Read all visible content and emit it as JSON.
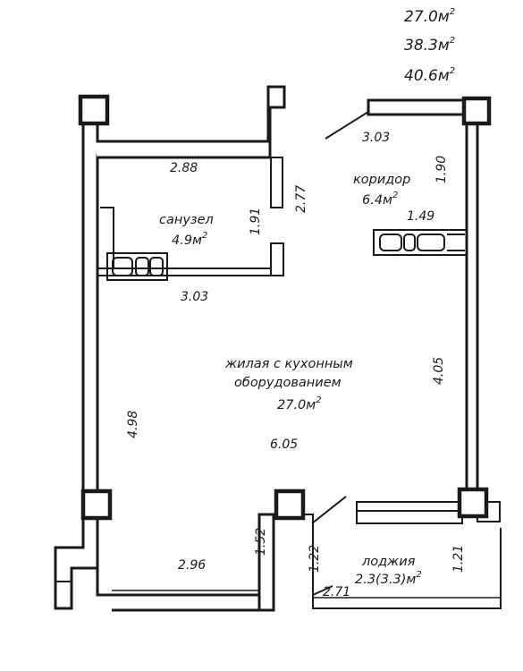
{
  "areas": {
    "living": "27.0м",
    "total": "38.3м",
    "total_with_loggia": "40.6м",
    "sup": "2"
  },
  "rooms": {
    "bathroom_name": "санузел",
    "bathroom_area": "4.9м",
    "corridor_name": "коридор",
    "corridor_area": "6.4м",
    "living_name_line1": "жилая с кухонным",
    "living_name_line2": "оборудованием",
    "living_area": "27.0м",
    "loggia_name": "лоджия",
    "loggia_area": "2.3(3.3)м",
    "sup": "2"
  },
  "dimensions": {
    "corridor_top_width": "3.03",
    "corridor_height": "1.90",
    "bathroom_width": "2.88",
    "bathroom_height_right": "2.77",
    "bathroom_height_inner": "1.91",
    "corridor_inner_width": "1.49",
    "bathroom_bottom_width": "3.03",
    "living_right_height": "4.05",
    "living_left_height": "4.98",
    "living_width": "6.05",
    "bay_height": "1.52",
    "bay_width": "2.96",
    "loggia_left_height": "1.22",
    "loggia_right_height": "1.21",
    "loggia_width": "2.71"
  }
}
